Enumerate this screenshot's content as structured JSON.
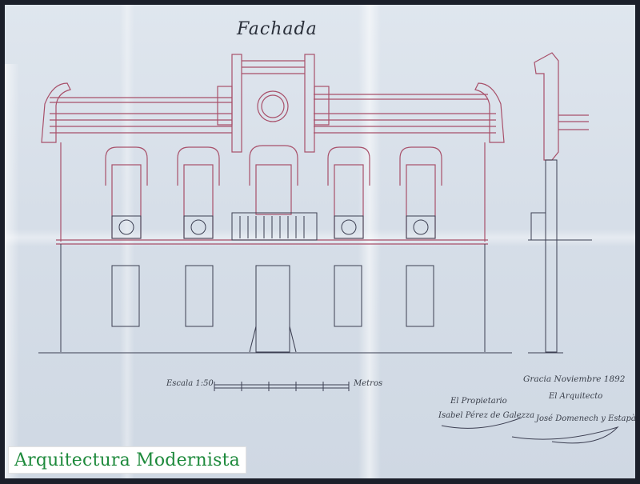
{
  "drawing": {
    "title": "Fachada",
    "scale_label": "Escala 1:50",
    "scale_unit": "Metros",
    "place_date": "Gracia Noviembre 1892",
    "owner_title": "El Propietario",
    "architect_title": "El Arquitecto",
    "owner_signature": "Isabel Pérez de Galezza",
    "architect_signature": "José Domenech y Estapà"
  },
  "badge": {
    "text": "Arquitectura Modernista"
  },
  "colors": {
    "ink_red": "#a8506a",
    "ink_dark": "#3c3f52",
    "paper": "#d8e0ea",
    "badge_green": "#1e8a3c"
  }
}
